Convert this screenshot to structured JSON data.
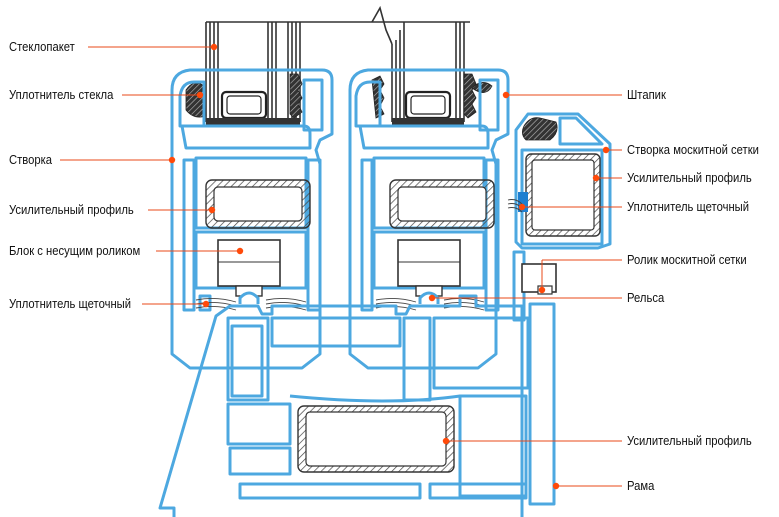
{
  "labels_left": [
    {
      "id": "steklopaket",
      "text": "Стеклопакет"
    },
    {
      "id": "uplotnitel-stekla",
      "text": "Уплотнитель стекла"
    },
    {
      "id": "stvorka",
      "text": "Створка"
    },
    {
      "id": "usilitelnyi-profil-left",
      "text": "Усилительный профиль"
    },
    {
      "id": "blok-s-rolikom",
      "text": "Блок с несущим роликом"
    },
    {
      "id": "uplotnitel-shchetochnyi-left",
      "text": "Уплотнитель щеточный"
    }
  ],
  "labels_right": [
    {
      "id": "shtapik",
      "text": "Штапик"
    },
    {
      "id": "stvorka-moskitnoi-setki",
      "text": "Створка москитной сетки"
    },
    {
      "id": "usilitelnyi-profil-right-top",
      "text": "Усилительный профиль"
    },
    {
      "id": "uplotnitel-shchetochnyi-right",
      "text": "Уплотнитель щеточный"
    },
    {
      "id": "rolik-moskitnoi-setki",
      "text": "Ролик москитной сетки"
    },
    {
      "id": "relsa",
      "text": "Рельса"
    },
    {
      "id": "usilitelnyi-profil-right-bottom",
      "text": "Усилительный профиль"
    },
    {
      "id": "rama",
      "text": "Рама"
    }
  ],
  "colors": {
    "profile": "#4da8e0",
    "profile_fill": "#ffffff",
    "leader_line": "#e8481a",
    "leader_dot": "#ff4a0a",
    "glass_line": "#333333",
    "steel": "#333333",
    "seal": "#555555",
    "text": "#111111"
  }
}
